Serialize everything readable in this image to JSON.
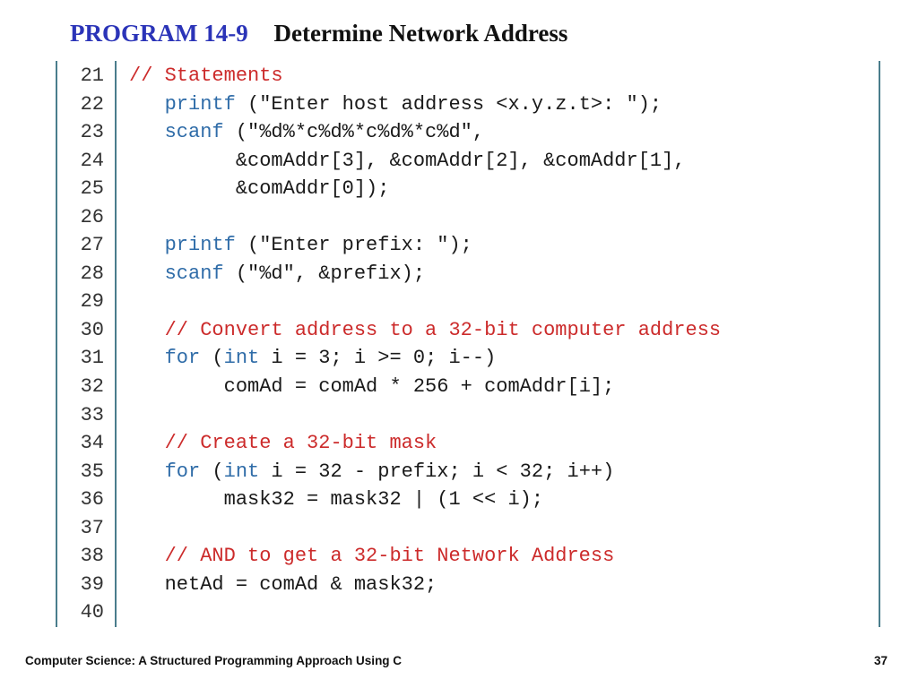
{
  "header": {
    "program_label": "PROGRAM 14-9",
    "program_title": "Determine Network Address"
  },
  "code": {
    "lines": [
      {
        "number": "21",
        "indent": "",
        "parts": [
          {
            "t": "// Statements",
            "c": "comment"
          }
        ]
      },
      {
        "number": "22",
        "indent": "   ",
        "parts": [
          {
            "t": "printf",
            "c": "keyword"
          },
          {
            "t": " (\"Enter host address <x.y.z.t>: \");",
            "c": "plain"
          }
        ]
      },
      {
        "number": "23",
        "indent": "   ",
        "parts": [
          {
            "t": "scanf",
            "c": "keyword"
          },
          {
            "t": " (\"%d%*c%d%*c%d%*c%d\",",
            "c": "plain"
          }
        ]
      },
      {
        "number": "24",
        "indent": "         ",
        "parts": [
          {
            "t": "&comAddr[3], &comAddr[2], &comAddr[1],",
            "c": "plain"
          }
        ]
      },
      {
        "number": "25",
        "indent": "         ",
        "parts": [
          {
            "t": "&comAddr[0]);",
            "c": "plain"
          }
        ]
      },
      {
        "number": "26",
        "indent": "",
        "parts": []
      },
      {
        "number": "27",
        "indent": "   ",
        "parts": [
          {
            "t": "printf",
            "c": "keyword"
          },
          {
            "t": " (\"Enter prefix: \");",
            "c": "plain"
          }
        ]
      },
      {
        "number": "28",
        "indent": "   ",
        "parts": [
          {
            "t": "scanf",
            "c": "keyword"
          },
          {
            "t": " (\"%d\", &prefix);",
            "c": "plain"
          }
        ]
      },
      {
        "number": "29",
        "indent": "",
        "parts": []
      },
      {
        "number": "30",
        "indent": "   ",
        "parts": [
          {
            "t": "// Convert address to a 32-bit computer address",
            "c": "comment"
          }
        ]
      },
      {
        "number": "31",
        "indent": "   ",
        "parts": [
          {
            "t": "for",
            "c": "keyword"
          },
          {
            "t": " (",
            "c": "plain"
          },
          {
            "t": "int",
            "c": "keyword"
          },
          {
            "t": " i = 3; i >= 0; i--)",
            "c": "plain"
          }
        ]
      },
      {
        "number": "32",
        "indent": "        ",
        "parts": [
          {
            "t": "comAd = comAd * 256 + comAddr[i];",
            "c": "plain"
          }
        ]
      },
      {
        "number": "33",
        "indent": "",
        "parts": []
      },
      {
        "number": "34",
        "indent": "   ",
        "parts": [
          {
            "t": "// Create a 32-bit mask",
            "c": "comment"
          }
        ]
      },
      {
        "number": "35",
        "indent": "   ",
        "parts": [
          {
            "t": "for",
            "c": "keyword"
          },
          {
            "t": " (",
            "c": "plain"
          },
          {
            "t": "int",
            "c": "keyword"
          },
          {
            "t": " i = 32 - prefix; i < 32; i++)",
            "c": "plain"
          }
        ]
      },
      {
        "number": "36",
        "indent": "        ",
        "parts": [
          {
            "t": "mask32 = mask32 | (1 << i);",
            "c": "plain"
          }
        ]
      },
      {
        "number": "37",
        "indent": "",
        "parts": []
      },
      {
        "number": "38",
        "indent": "   ",
        "parts": [
          {
            "t": "// AND to get a 32-bit Network Address",
            "c": "comment"
          }
        ]
      },
      {
        "number": "39",
        "indent": "   ",
        "parts": [
          {
            "t": "netAd = comAd & mask32;",
            "c": "plain"
          }
        ]
      },
      {
        "number": "40",
        "indent": "",
        "parts": []
      }
    ]
  },
  "colors": {
    "program_label": "#2b34b8",
    "keyword": "#2f6ca8",
    "comment": "#cc2b2b",
    "frame": "#4a7d8c"
  },
  "footer": {
    "book_title": "Computer Science: A Structured Programming Approach Using C",
    "page_number": "37"
  }
}
